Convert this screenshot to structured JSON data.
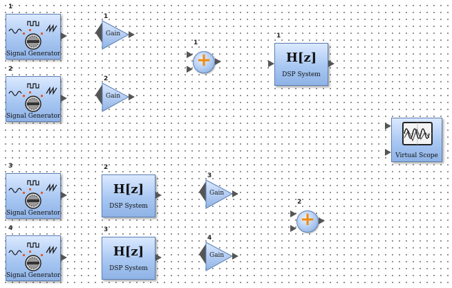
{
  "blocks": {
    "signal_generators": [
      {
        "index": "1",
        "label": "Signal Generator"
      },
      {
        "index": "2",
        "label": "Signal Generator"
      },
      {
        "index": "3",
        "label": "Signal Generator"
      },
      {
        "index": "4",
        "label": "Signal Generator"
      }
    ],
    "gains": [
      {
        "index": "1",
        "label": "Gain"
      },
      {
        "index": "2",
        "label": "Gain"
      },
      {
        "index": "3",
        "label": "Gain"
      },
      {
        "index": "4",
        "label": "Gain"
      }
    ],
    "summers": [
      {
        "index": "1"
      },
      {
        "index": "2"
      }
    ],
    "dsp_systems": [
      {
        "index": "1",
        "title": "H[z]",
        "label": "DSP System"
      },
      {
        "index": "2",
        "title": "H[z]",
        "label": "DSP System"
      },
      {
        "index": "3",
        "title": "H[z]",
        "label": "DSP System"
      }
    ],
    "virtual_scope": {
      "label": "Virtual Scope"
    }
  },
  "icons": {
    "port": "output-arrow-icon",
    "sum": "plus-icon",
    "signal": "waveform-icon",
    "scope": "oscilloscope-icon"
  },
  "colors": {
    "block_fill": "#a8c7f2",
    "block_border": "#5c7fb5",
    "port": "#555555",
    "sum_plus": "#f08a0c"
  }
}
